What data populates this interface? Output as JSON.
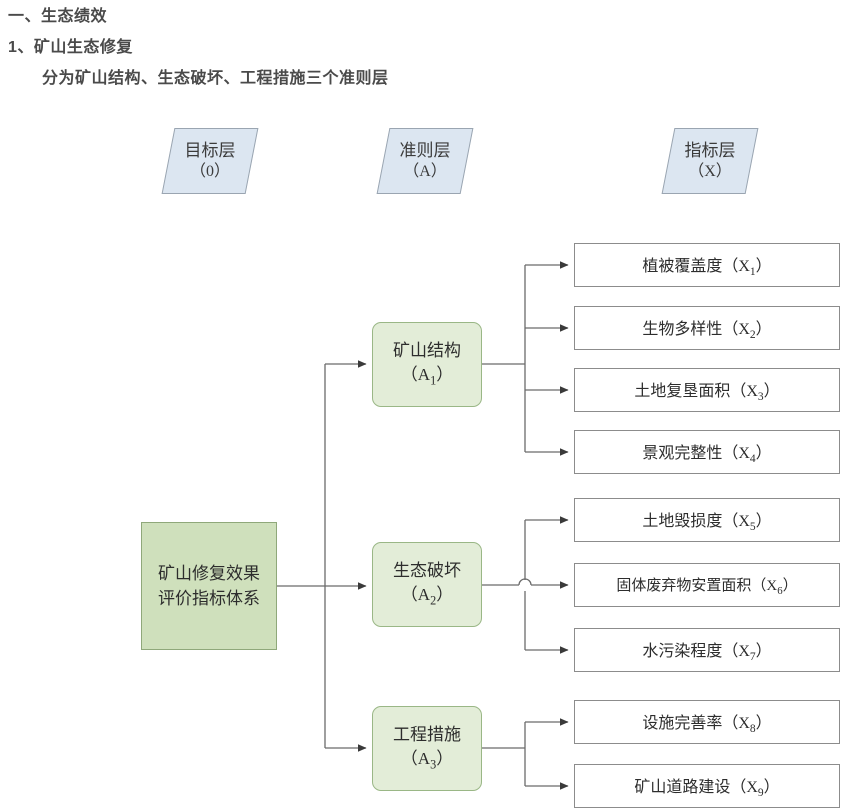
{
  "heading": {
    "line1": "一、生态绩效",
    "line2": "1、矿山生态修复",
    "line3": "分为矿山结构、生态破坏、工程措施三个准则层"
  },
  "layers": [
    {
      "name": "目标层",
      "code": "（0）"
    },
    {
      "name": "准则层",
      "code": "（A）"
    },
    {
      "name": "指标层",
      "code": "（X）"
    }
  ],
  "root": {
    "label": "矿山修复效果评价指标体系"
  },
  "criteria": [
    {
      "name": "矿山结构",
      "code": "A",
      "sub": "1"
    },
    {
      "name": "生态破坏",
      "code": "A",
      "sub": "2"
    },
    {
      "name": "工程措施",
      "code": "A",
      "sub": "3"
    }
  ],
  "indicators": [
    {
      "name": "植被覆盖度",
      "code": "X",
      "sub": "1",
      "group": 1
    },
    {
      "name": "生物多样性",
      "code": "X",
      "sub": "2",
      "group": 1
    },
    {
      "name": "土地复垦面积",
      "code": "X",
      "sub": "3",
      "group": 1
    },
    {
      "name": "景观完整性",
      "code": "X",
      "sub": "4",
      "group": 1
    },
    {
      "name": "土地毁损度",
      "code": "X",
      "sub": "5",
      "group": 2
    },
    {
      "name": "固体废弃物安置面积",
      "code": "X",
      "sub": "6",
      "group": 2
    },
    {
      "name": "水污染程度",
      "code": "X",
      "sub": "7",
      "group": 2
    },
    {
      "name": "设施完善率",
      "code": "X",
      "sub": "8",
      "group": 3
    },
    {
      "name": "矿山道路建设",
      "code": "X",
      "sub": "9",
      "group": 3
    }
  ],
  "colors": {
    "layer_chip_fill": "#dce6f1",
    "layer_chip_border": "#9aa5b1",
    "root_fill": "#cfe0bc",
    "root_border": "#8fa87a",
    "criteria_fill": "#e3edd8",
    "criteria_border": "#9ab786",
    "indicator_fill": "#ffffff",
    "indicator_border": "#8c8c8c",
    "connector": "#6b6b6b",
    "text": "#2d2d2d",
    "heading_text": "#4a4a4a"
  }
}
